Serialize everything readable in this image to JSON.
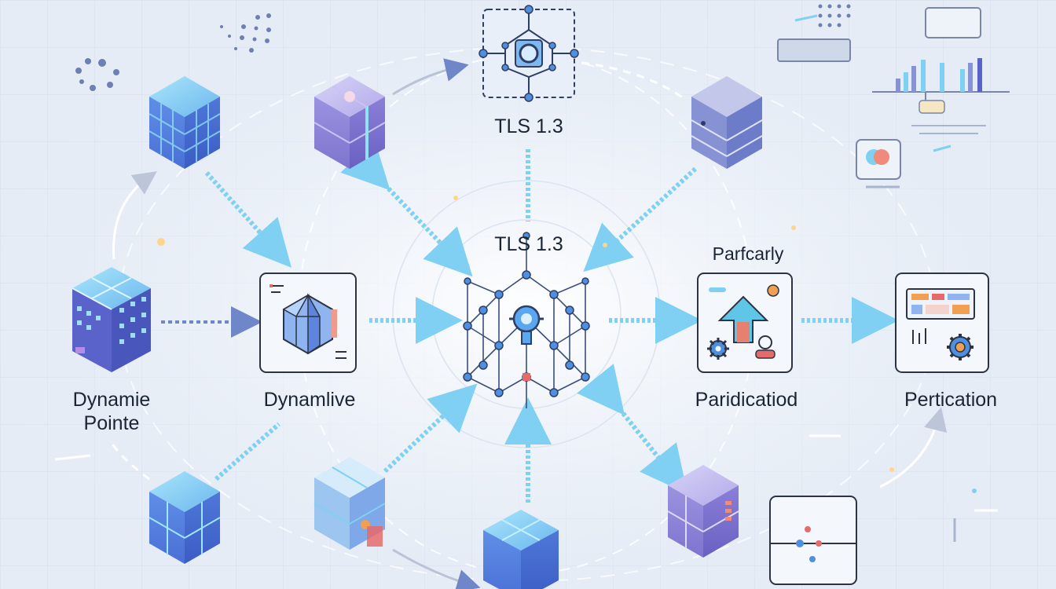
{
  "labels": {
    "tls_top": "TLS 1.3",
    "tls_center": "TLS 1.3",
    "dynamie": "Dynamie",
    "pointe": "Pointe",
    "dynamlive": "Dynamlive",
    "parfcarly": "Parfcarly",
    "paridicatiod": "Paridicatiod",
    "pertication": "Pertication"
  },
  "colors": {
    "background": "#e6ecf5",
    "grid": "#d3dcea",
    "arrow": "#7fd0f2",
    "dashed_arrow": "#6f86c8",
    "cube_blue": "#5b86e0",
    "cube_purple": "#8d86d6",
    "cube_cyan": "#6ecff2",
    "panel": "#f4f7fc",
    "panel_border": "#2c3444",
    "network_line": "#3b4e7a",
    "network_node": "#4f8fe0",
    "accent_red": "#e66a6a",
    "accent_orange": "#f0a050"
  },
  "icons": [
    "cube-icon",
    "network-graph-icon",
    "hexagon-gem-icon",
    "upload-arrow-icon",
    "gear-icon",
    "dashboard-icon",
    "bar-chart-icon",
    "heart-shield-icon"
  ]
}
